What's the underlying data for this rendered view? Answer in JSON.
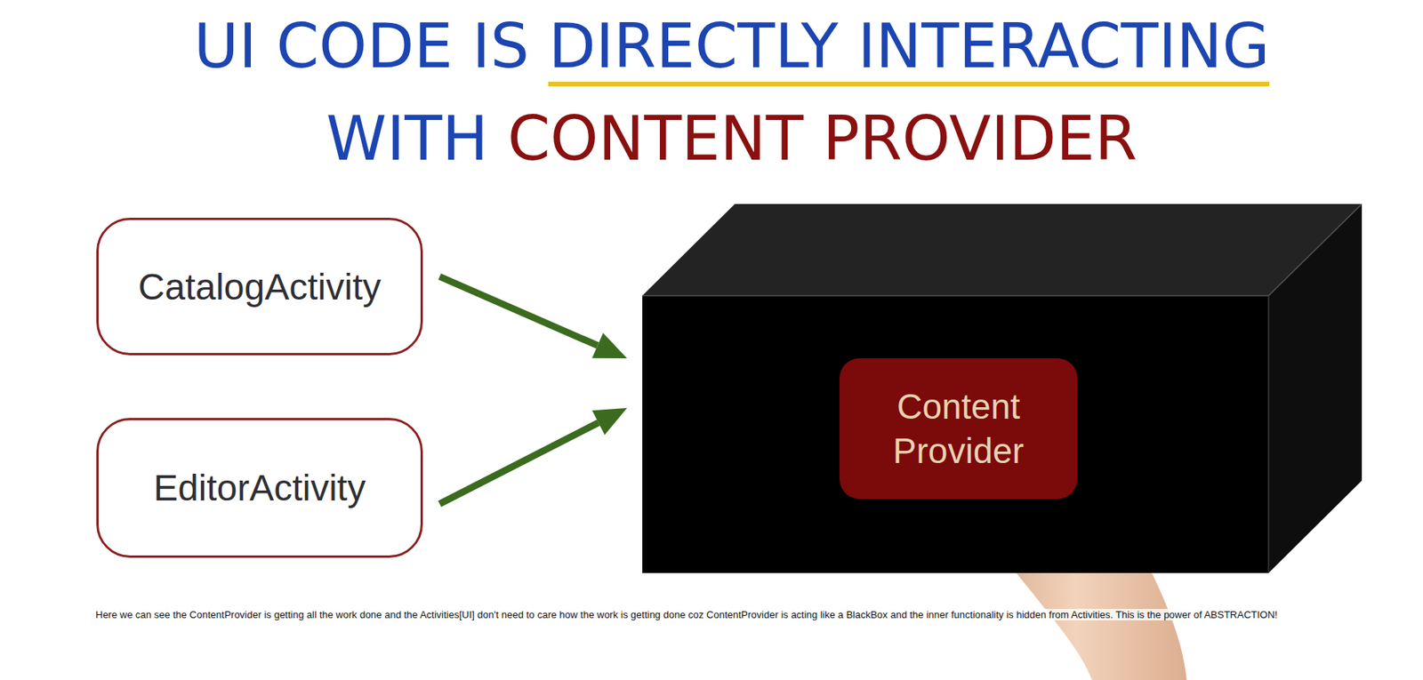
{
  "diagram": {
    "title": "UI CODE IS DIRECTLY INTERACTING WITH CONTENT PROVIDER",
    "caption": "Here we can see the ContentProvider is getting all the work done and the Activities[UI] don't need to care how the work is getting done coz ContentProvider is acting like a BlackBox and the inner functionality is hidden from Activities. This is the power of ABSTRACTION!",
    "nodes": [
      {
        "text": [
          "CatalogActivity"
        ]
      },
      {
        "text": [
          "EditorActivity"
        ]
      },
      {
        "text": [
          "Content Provider"
        ]
      }
    ],
    "edges": [
      {
        "from": 0,
        "to": 2,
        "arrow": "to"
      },
      {
        "from": 1,
        "to": 2,
        "arrow": "to"
      }
    ]
  }
}
